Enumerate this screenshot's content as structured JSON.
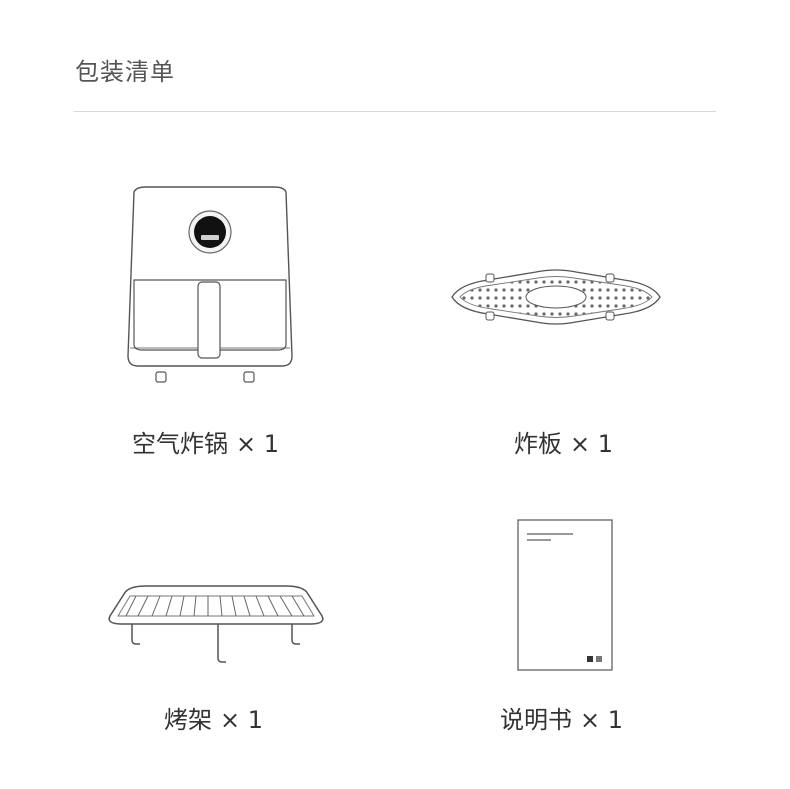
{
  "header": {
    "title": "包装清单"
  },
  "items": [
    {
      "name": "空气炸锅",
      "quantity": "× 1"
    },
    {
      "name": "炸板",
      "quantity": "× 1"
    },
    {
      "name": "烤架",
      "quantity": "× 1"
    },
    {
      "name": "说明书",
      "quantity": "× 1"
    }
  ],
  "colors": {
    "line": "#555555",
    "divider": "#d9d9d9",
    "text": "#333333"
  },
  "icons": [
    "air-fryer-icon",
    "crisper-plate-icon",
    "rack-icon",
    "manual-icon"
  ]
}
